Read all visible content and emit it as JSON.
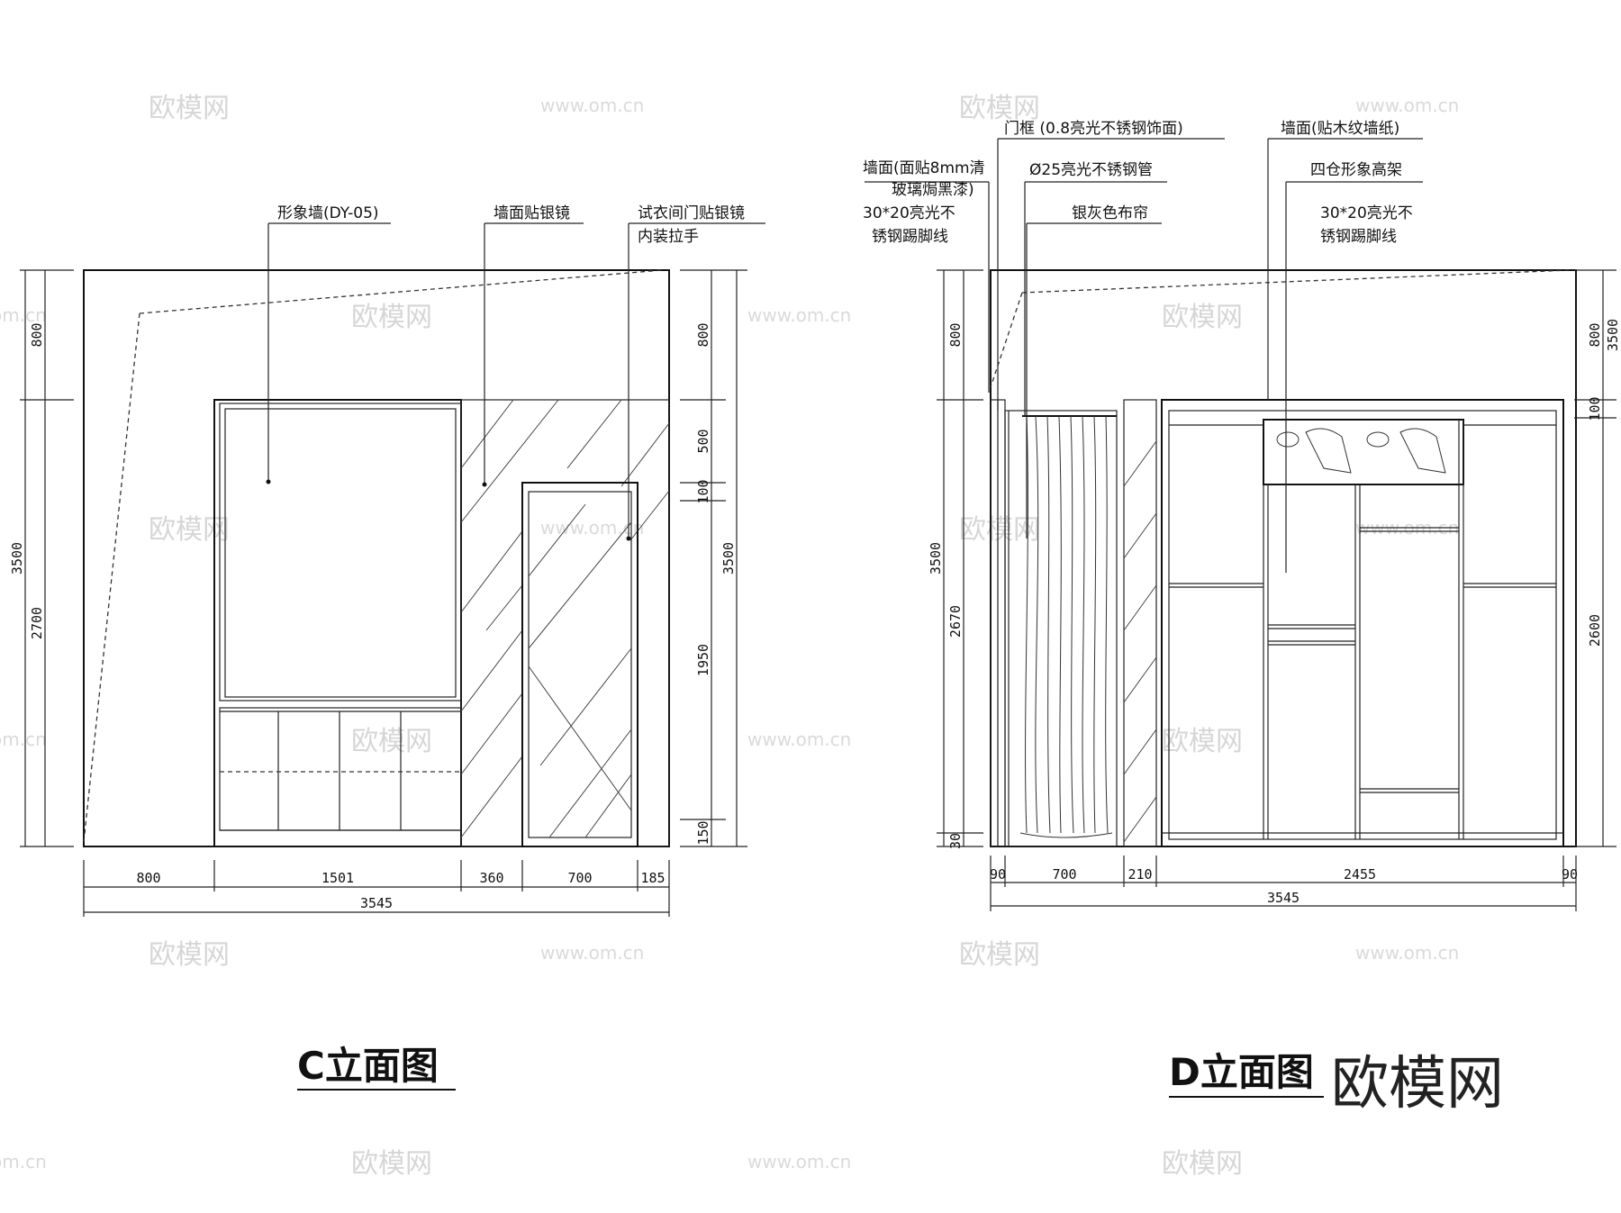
{
  "c_elevation": {
    "title": "C立面图",
    "callouts": [
      "形象墙(DY-05)",
      "墙面贴银镜",
      "试衣间门贴银镜",
      "内装拉手"
    ],
    "dims_bottom": [
      "800",
      "1501",
      "360",
      "700",
      "185"
    ],
    "dim_total": "3545",
    "dims_left": [
      "800",
      "2700",
      "3500"
    ],
    "dims_right": [
      "800",
      "500",
      "100",
      "1950",
      "150",
      "3500"
    ]
  },
  "d_elevation": {
    "title": "D立面图",
    "callouts_left": [
      "墙面(面贴8mm清",
      "玻璃焗黑漆)",
      "30*20亮光不",
      "锈钢踢脚线"
    ],
    "callouts_mid": [
      "门框 (0.8亮光不锈钢饰面)",
      "Ø25亮光不锈钢管",
      "银灰色布帘"
    ],
    "callouts_right": [
      "墙面(贴木纹墙纸)",
      "四仓形象高架",
      "30*20亮光不",
      "锈钢踢脚线"
    ],
    "dims_bottom": [
      "90",
      "700",
      "210",
      "2455",
      "90"
    ],
    "dim_total": "3545",
    "dims_left": [
      "800",
      "2670",
      "3500",
      "30"
    ],
    "dims_right": [
      "800",
      "100",
      "2600",
      "3500"
    ]
  },
  "watermark": {
    "logo": "欧模网",
    "url": "www.om.cn",
    "url_short": "om.cn"
  },
  "brand_logo": "欧模网"
}
